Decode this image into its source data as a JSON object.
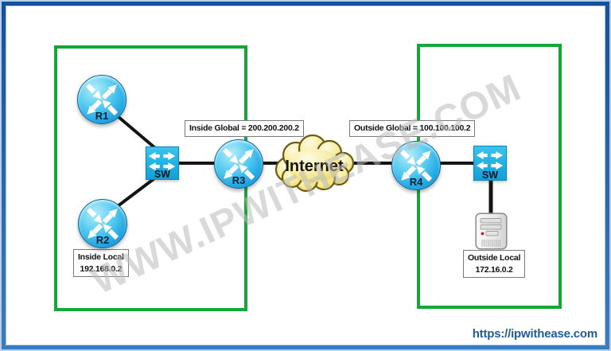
{
  "diagram": {
    "title_hint": "NAT inside/outside addresses topology",
    "watermark": "WWW.IPWITHEASE.COM",
    "footer_url": "https://ipwithease.com",
    "colors": {
      "frame_blue": "#2268b0",
      "zone_green": "#15a63c",
      "device_cyan": "#2ab7e8",
      "cloud_yellow": "#f2dc6a",
      "cloud_outline": "#6b5a10",
      "link_black": "#141414",
      "url_blue": "#1f5c99",
      "watermark_gray": "#bcbcbc"
    },
    "nodes": {
      "r1": "R1",
      "r2": "R2",
      "r3": "R3",
      "r4": "R4",
      "sw_inside": "SW",
      "sw_outside": "SW",
      "internet": "Internet"
    },
    "annotations": {
      "inside_global": "Inside Global = 200.200.200.2",
      "outside_global": "Outside Global = 100.100.100.2",
      "inside_local_title": "Inside Local",
      "inside_local_ip": "192.168.0.2",
      "outside_local_title": "Outside Local",
      "outside_local_ip": "172.16.0.2"
    }
  }
}
